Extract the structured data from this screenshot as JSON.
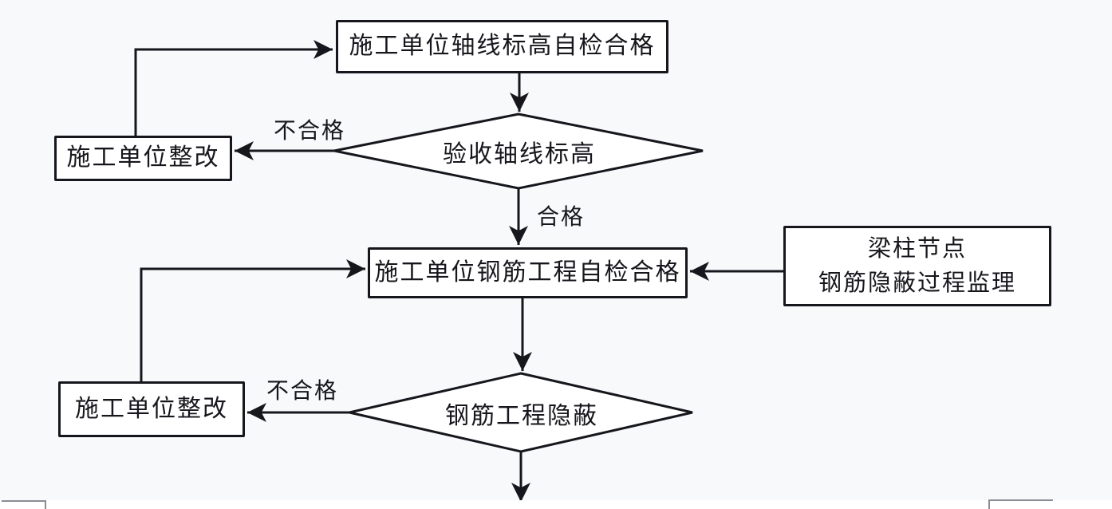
{
  "colors": {
    "background": "#f7f9fb",
    "line": "#16161c",
    "box_fill": "#ffffff",
    "box_border": "#16161c",
    "text": "#16161c",
    "partial_box_line": "#8b8b95",
    "bottom_strip": "#ffffff"
  },
  "nodes": {
    "axis_selfcheck": {
      "label": "施工单位轴线标高自检合格"
    },
    "axis_acceptance_decision": {
      "label": "验收轴线标高"
    },
    "rework_top": {
      "label": "施工单位整改"
    },
    "rebar_selfcheck": {
      "label": "施工单位钢筋工程自检合格"
    },
    "beam_column_supervision": {
      "line1": "梁柱节点",
      "line2": "钢筋隐蔽过程监理"
    },
    "rebar_concealment_decision": {
      "label": "钢筋工程隐蔽"
    },
    "rework_bottom": {
      "label": "施工单位整改"
    }
  },
  "edge_labels": {
    "fail_top": "不合格",
    "pass_top": "合格",
    "fail_bottom": "不合格"
  }
}
